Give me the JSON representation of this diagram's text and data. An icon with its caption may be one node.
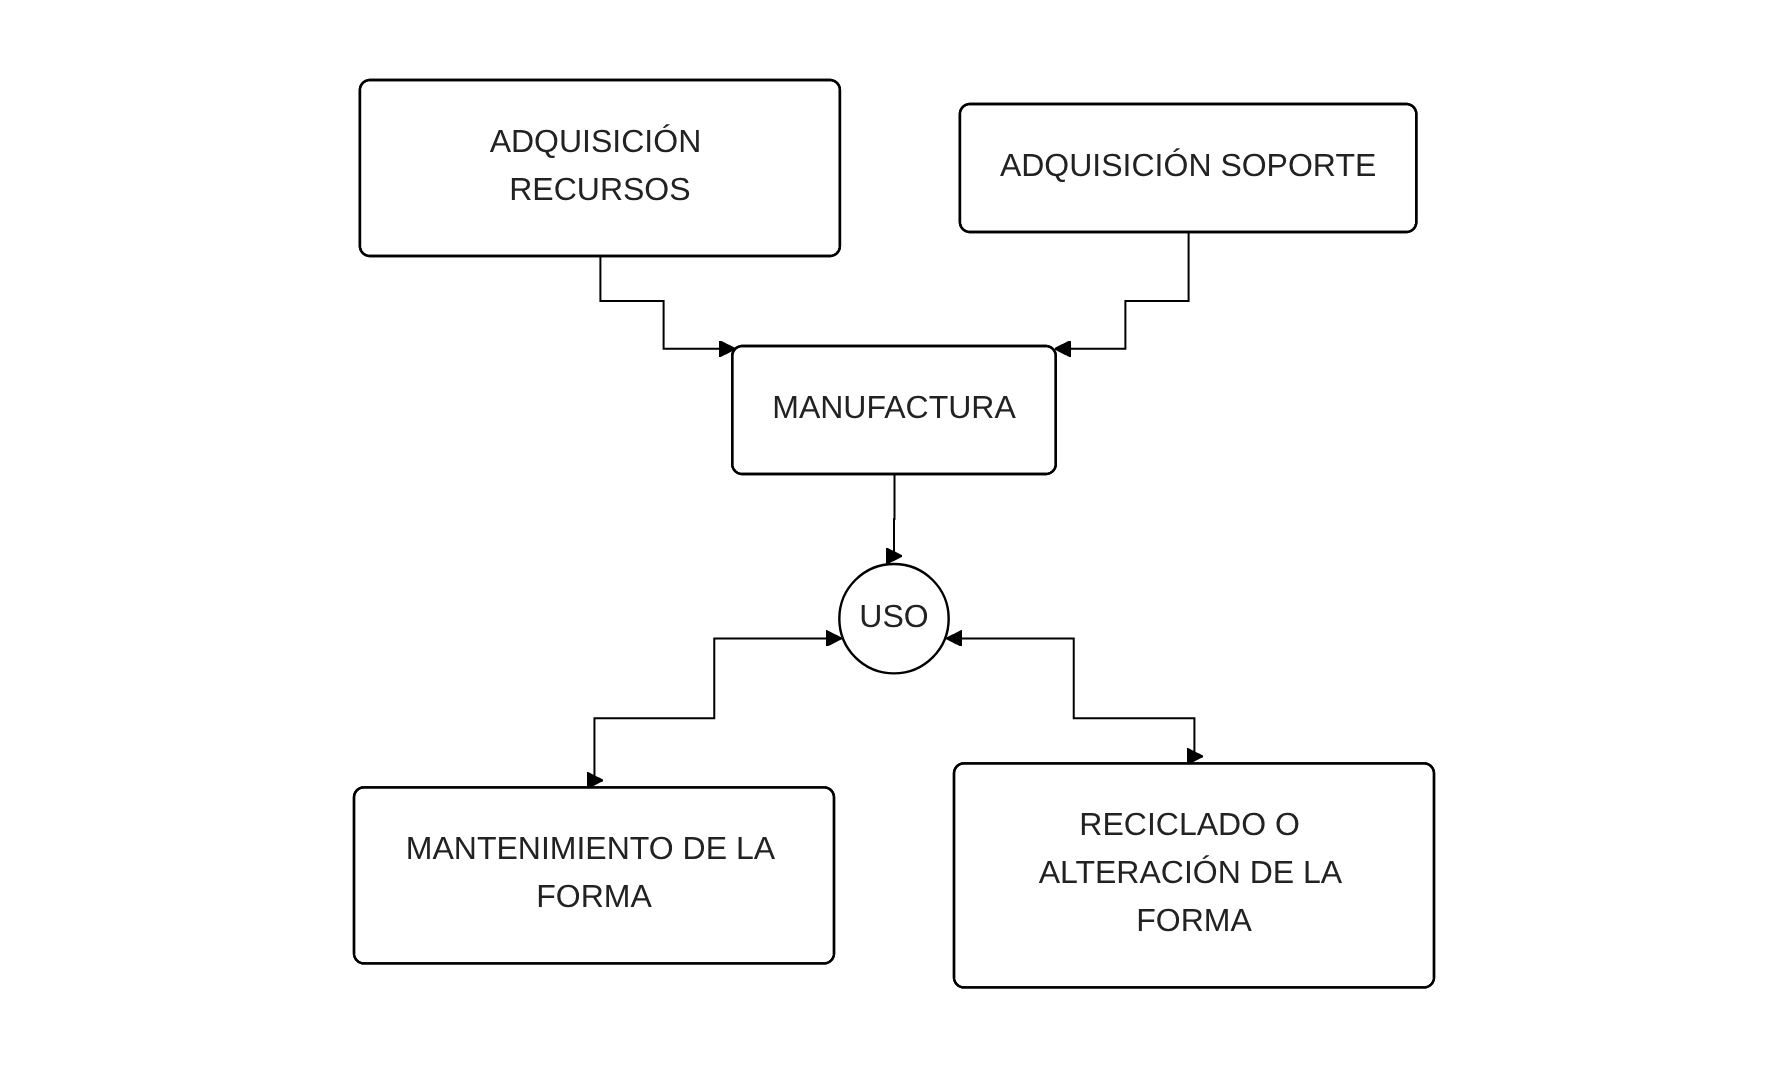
{
  "diagram": {
    "nodes": [
      {
        "text": [
          "ADQUISICIÓN RECURSOS"
        ]
      },
      {
        "text": [
          "ADQUISICIÓN SOPORTE"
        ]
      },
      {
        "text": [
          "MANUFACTURA"
        ]
      },
      {
        "text": [
          "USO"
        ]
      },
      {
        "text": [
          "MANTENIMIENTO DE LA FORMA"
        ]
      },
      {
        "text": [
          "RECICLADO O ALTERACIÓN DE LA FORMA"
        ]
      }
    ],
    "edges": [
      {
        "from": 0,
        "to": 2,
        "arrow": "to"
      },
      {
        "from": 1,
        "to": 2,
        "arrow": "to"
      },
      {
        "from": 2,
        "to": 3,
        "arrow": "to"
      },
      {
        "from": 3,
        "to": 4,
        "arrow": "both"
      },
      {
        "from": 3,
        "to": 5,
        "arrow": "both"
      }
    ]
  }
}
